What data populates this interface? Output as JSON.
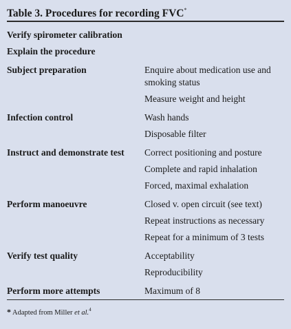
{
  "table": {
    "title": "Table 3. Procedures for recording FVC",
    "title_mark": "*",
    "rows": [
      {
        "label": "Verify spirometer calibration",
        "details": []
      },
      {
        "label": "Explain the procedure",
        "details": []
      },
      {
        "label": "Subject preparation",
        "details": [
          "Enquire about medication use and smoking status",
          "Measure weight and height"
        ]
      },
      {
        "label": "Infection control",
        "details": [
          "Wash hands",
          "Disposable filter"
        ]
      },
      {
        "label": "Instruct and demonstrate test",
        "details": [
          "Correct positioning and posture",
          "Complete and rapid inhalation",
          "Forced, maximal exhalation"
        ]
      },
      {
        "label": "Perform manoeuvre",
        "details": [
          "Closed v. open circuit (see text)",
          "Repeat instructions as necessary",
          "Repeat for a minimum of 3 tests"
        ]
      },
      {
        "label": "Verify test quality",
        "details": [
          "Acceptability",
          "Reproducibility"
        ]
      },
      {
        "label": "Perform more attempts",
        "details": [
          "Maximum of 8"
        ]
      }
    ],
    "footnote": {
      "mark": "*",
      "text": "Adapted from Miller ",
      "etal": "et al.",
      "ref": "4"
    }
  },
  "colors": {
    "background": "#d9dfed",
    "rule": "#2b2b2b",
    "text": "#1a1a1a"
  }
}
